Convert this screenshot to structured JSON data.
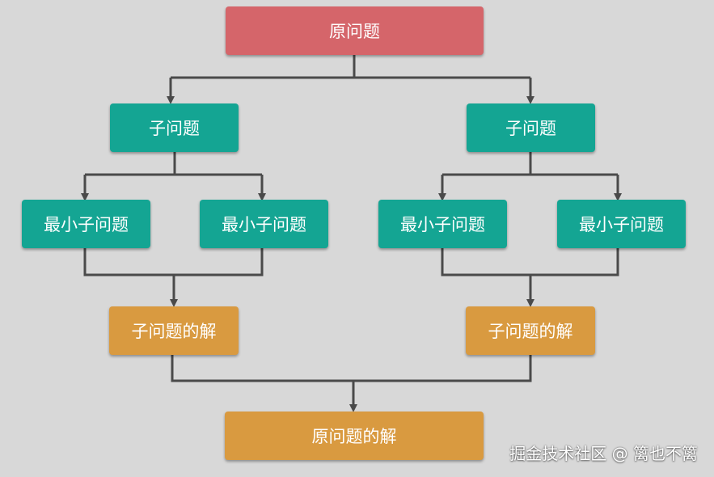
{
  "colors": {
    "background": "#d8d8d8",
    "root": "#d5656a",
    "subproblem": "#14a593",
    "solution": "#d99a40",
    "connector": "#4a4a4a",
    "text": "#ffffff"
  },
  "nodes": {
    "root": "原问题",
    "sub_left": "子问题",
    "sub_right": "子问题",
    "min_1": "最小子问题",
    "min_2": "最小子问题",
    "min_3": "最小子问题",
    "min_4": "最小子问题",
    "sol_left": "子问题的解",
    "sol_right": "子问题的解",
    "final": "原问题的解"
  },
  "watermark": "掘金技术社区 @ 篱也不篱"
}
